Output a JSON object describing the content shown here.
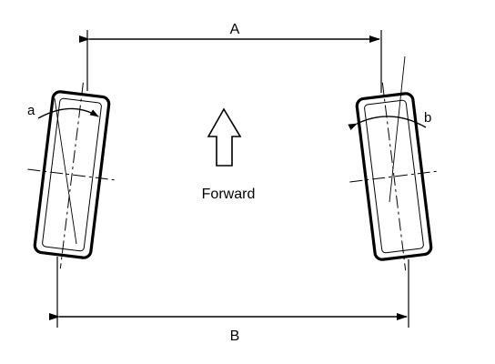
{
  "labels": {
    "dim_top": "A",
    "dim_bottom": "B",
    "angle_left": "a",
    "angle_right": "b",
    "direction": "Forward"
  },
  "colors": {
    "ink": "#000000",
    "paper": "#ffffff"
  }
}
